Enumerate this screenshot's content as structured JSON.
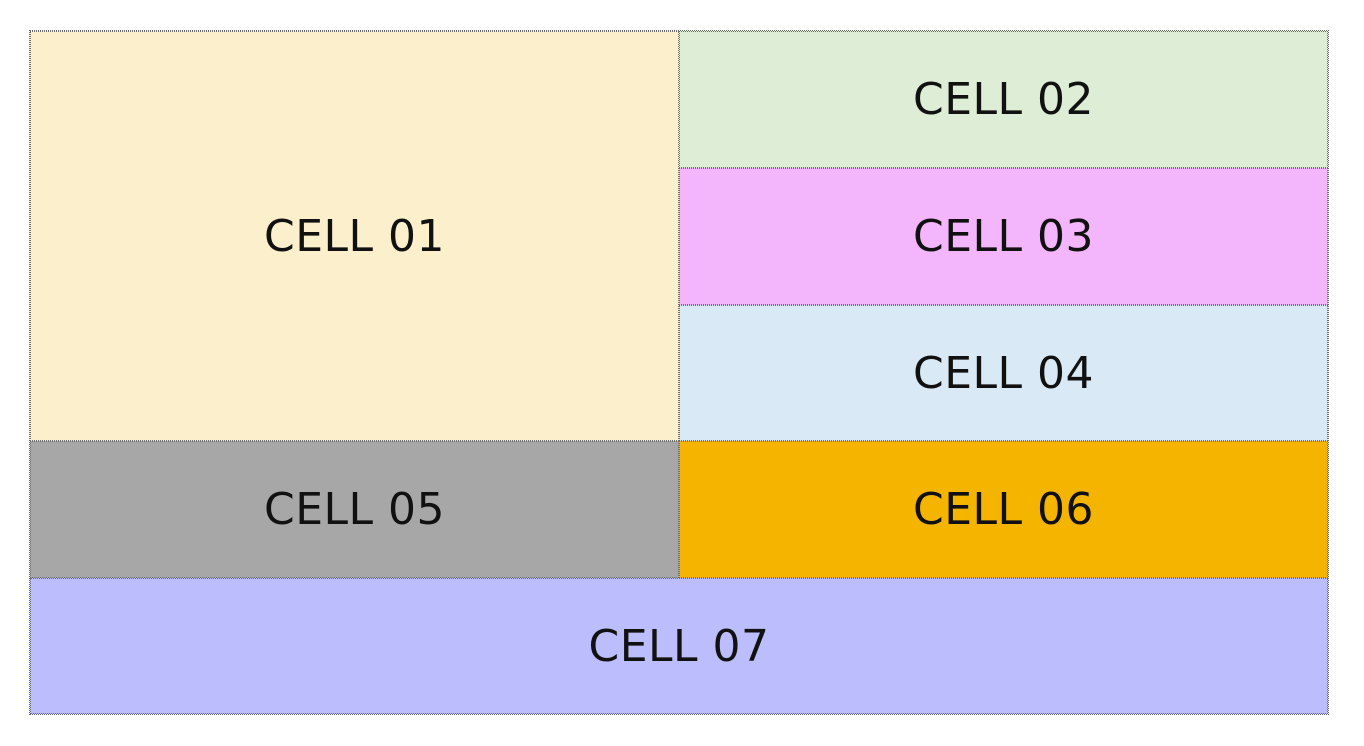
{
  "cells": [
    {
      "id": "cell-01",
      "label": "CELL 01",
      "color": "#FCEFCB"
    },
    {
      "id": "cell-02",
      "label": "CELL 02",
      "color": "#DDEDD6"
    },
    {
      "id": "cell-03",
      "label": "CELL 03",
      "color": "#F3B5FB"
    },
    {
      "id": "cell-04",
      "label": "CELL 04",
      "color": "#D9EAF6"
    },
    {
      "id": "cell-05",
      "label": "CELL 05",
      "color": "#A7A7A7"
    },
    {
      "id": "cell-06",
      "label": "CELL 06",
      "color": "#F4B400"
    },
    {
      "id": "cell-07",
      "label": "CELL 07",
      "color": "#BBBDFC"
    }
  ]
}
